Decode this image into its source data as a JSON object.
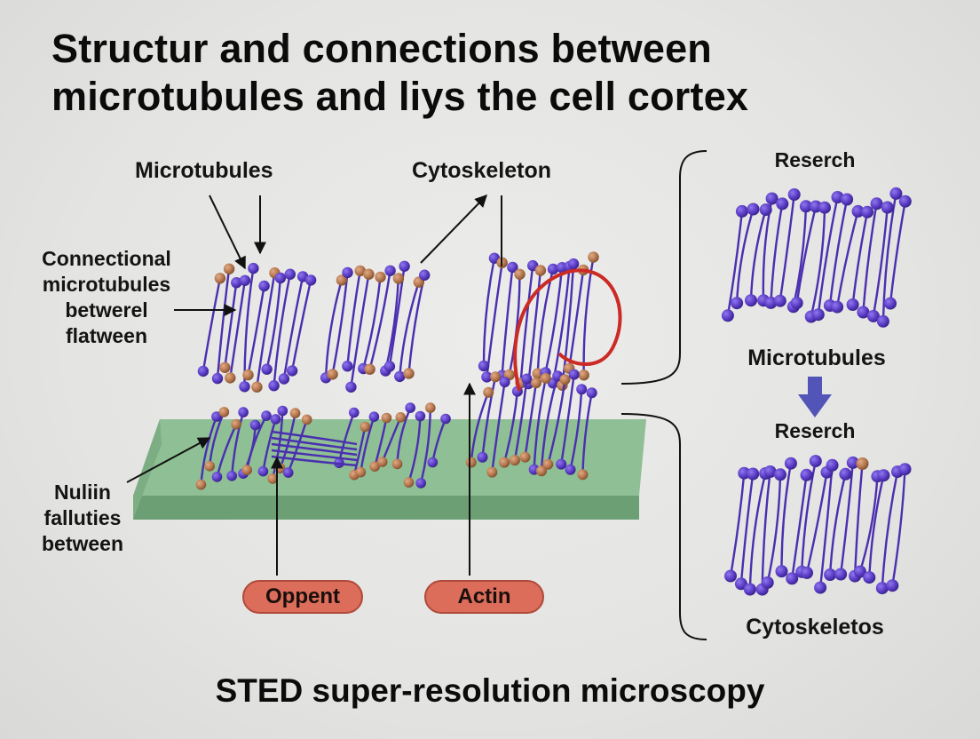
{
  "title": {
    "line1": "Structur and connections between",
    "line2": "microtubules and liys the cell cortex"
  },
  "labels": {
    "microtubules_top": "Microtubules",
    "cytoskeleton_top": "Cytoskeleton",
    "connectional": [
      "Connectional",
      "microtubules",
      "betwerel",
      "flatween"
    ],
    "nuliin": [
      "Nuliin",
      "fallutiеs",
      "between"
    ],
    "research_top": "Reserch",
    "microtubules_right": "Microtubules",
    "research_bottom": "Reserch",
    "cytoskeletos": "Cytoskeletos"
  },
  "pills": {
    "oppent": "Oppent",
    "actin": "Actin"
  },
  "caption": "STED super-resolution microscopy",
  "colors": {
    "purple_bead": "#5b3cc4",
    "brown_bead": "#b5774f",
    "filament": "#4a2fb0",
    "platform": "#8fbf94",
    "actin_red": "#cc2a25",
    "pill_fill": "#db6d5a",
    "down_arrow": "#5254b8"
  },
  "icons": {
    "down_arrow": "down-arrow-icon",
    "bracket": "bracket-icon"
  }
}
